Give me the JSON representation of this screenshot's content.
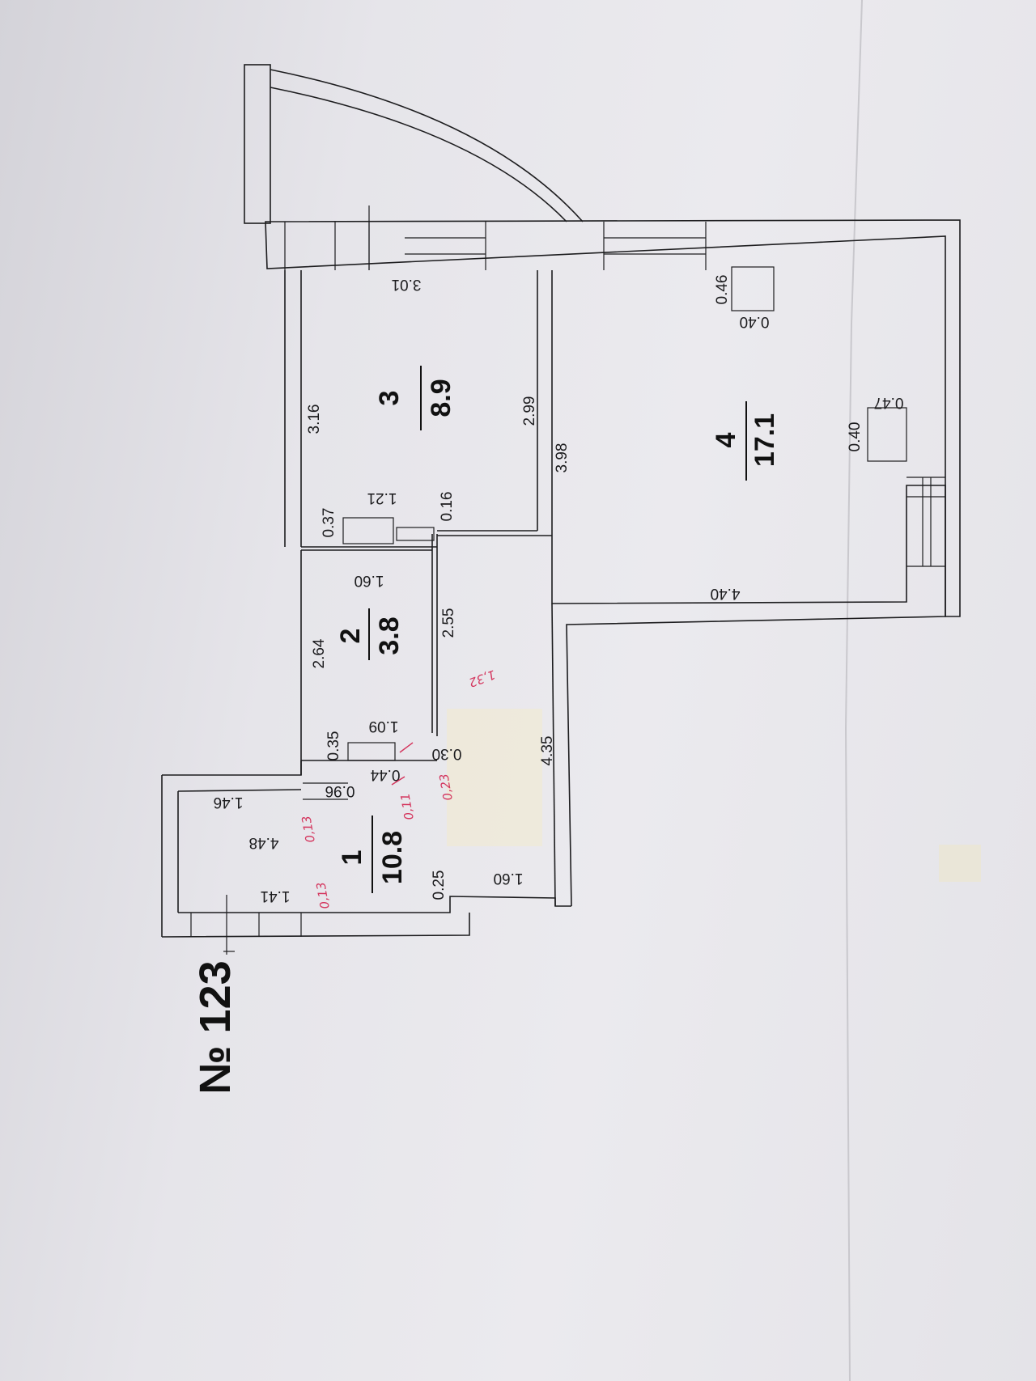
{
  "plan": {
    "number": "№ 123",
    "rooms": [
      {
        "id": "1",
        "area": "10.8"
      },
      {
        "id": "2",
        "area": "3.8"
      },
      {
        "id": "3",
        "area": "8.9"
      },
      {
        "id": "4",
        "area": "17.1"
      }
    ],
    "dimensions": {
      "d_3_01": "3.01",
      "d_3_16": "3.16",
      "d_2_99": "2.99",
      "d_3_98": "3.98",
      "d_0_37": "0.37",
      "d_1_21": "1.21",
      "d_0_16": "0.16",
      "d_0_46": "0.46",
      "d_0_40a": "0.40",
      "d_0_47": "0.47",
      "d_0_40b": "0.40",
      "d_1_60a": "1.60",
      "d_2_64": "2.64",
      "d_2_55": "2.55",
      "d_4_40": "4.40",
      "d_1_09": "1.09",
      "d_0_35": "0.35",
      "d_0_30": "0.30",
      "d_0_44": "0.44",
      "d_0_96": "0.96",
      "d_4_35": "4.35",
      "d_1_46": "1.46",
      "d_4_48": "4.48",
      "d_1_41": "1.41",
      "d_0_25": "0.25",
      "d_1_60b": "1.60"
    },
    "handwritten": {
      "h_0_13a": "0,13",
      "h_0_11": "0,11",
      "h_0_23": "0,23",
      "h_0_13b": "0,13",
      "h_1_32": "1,32"
    }
  }
}
